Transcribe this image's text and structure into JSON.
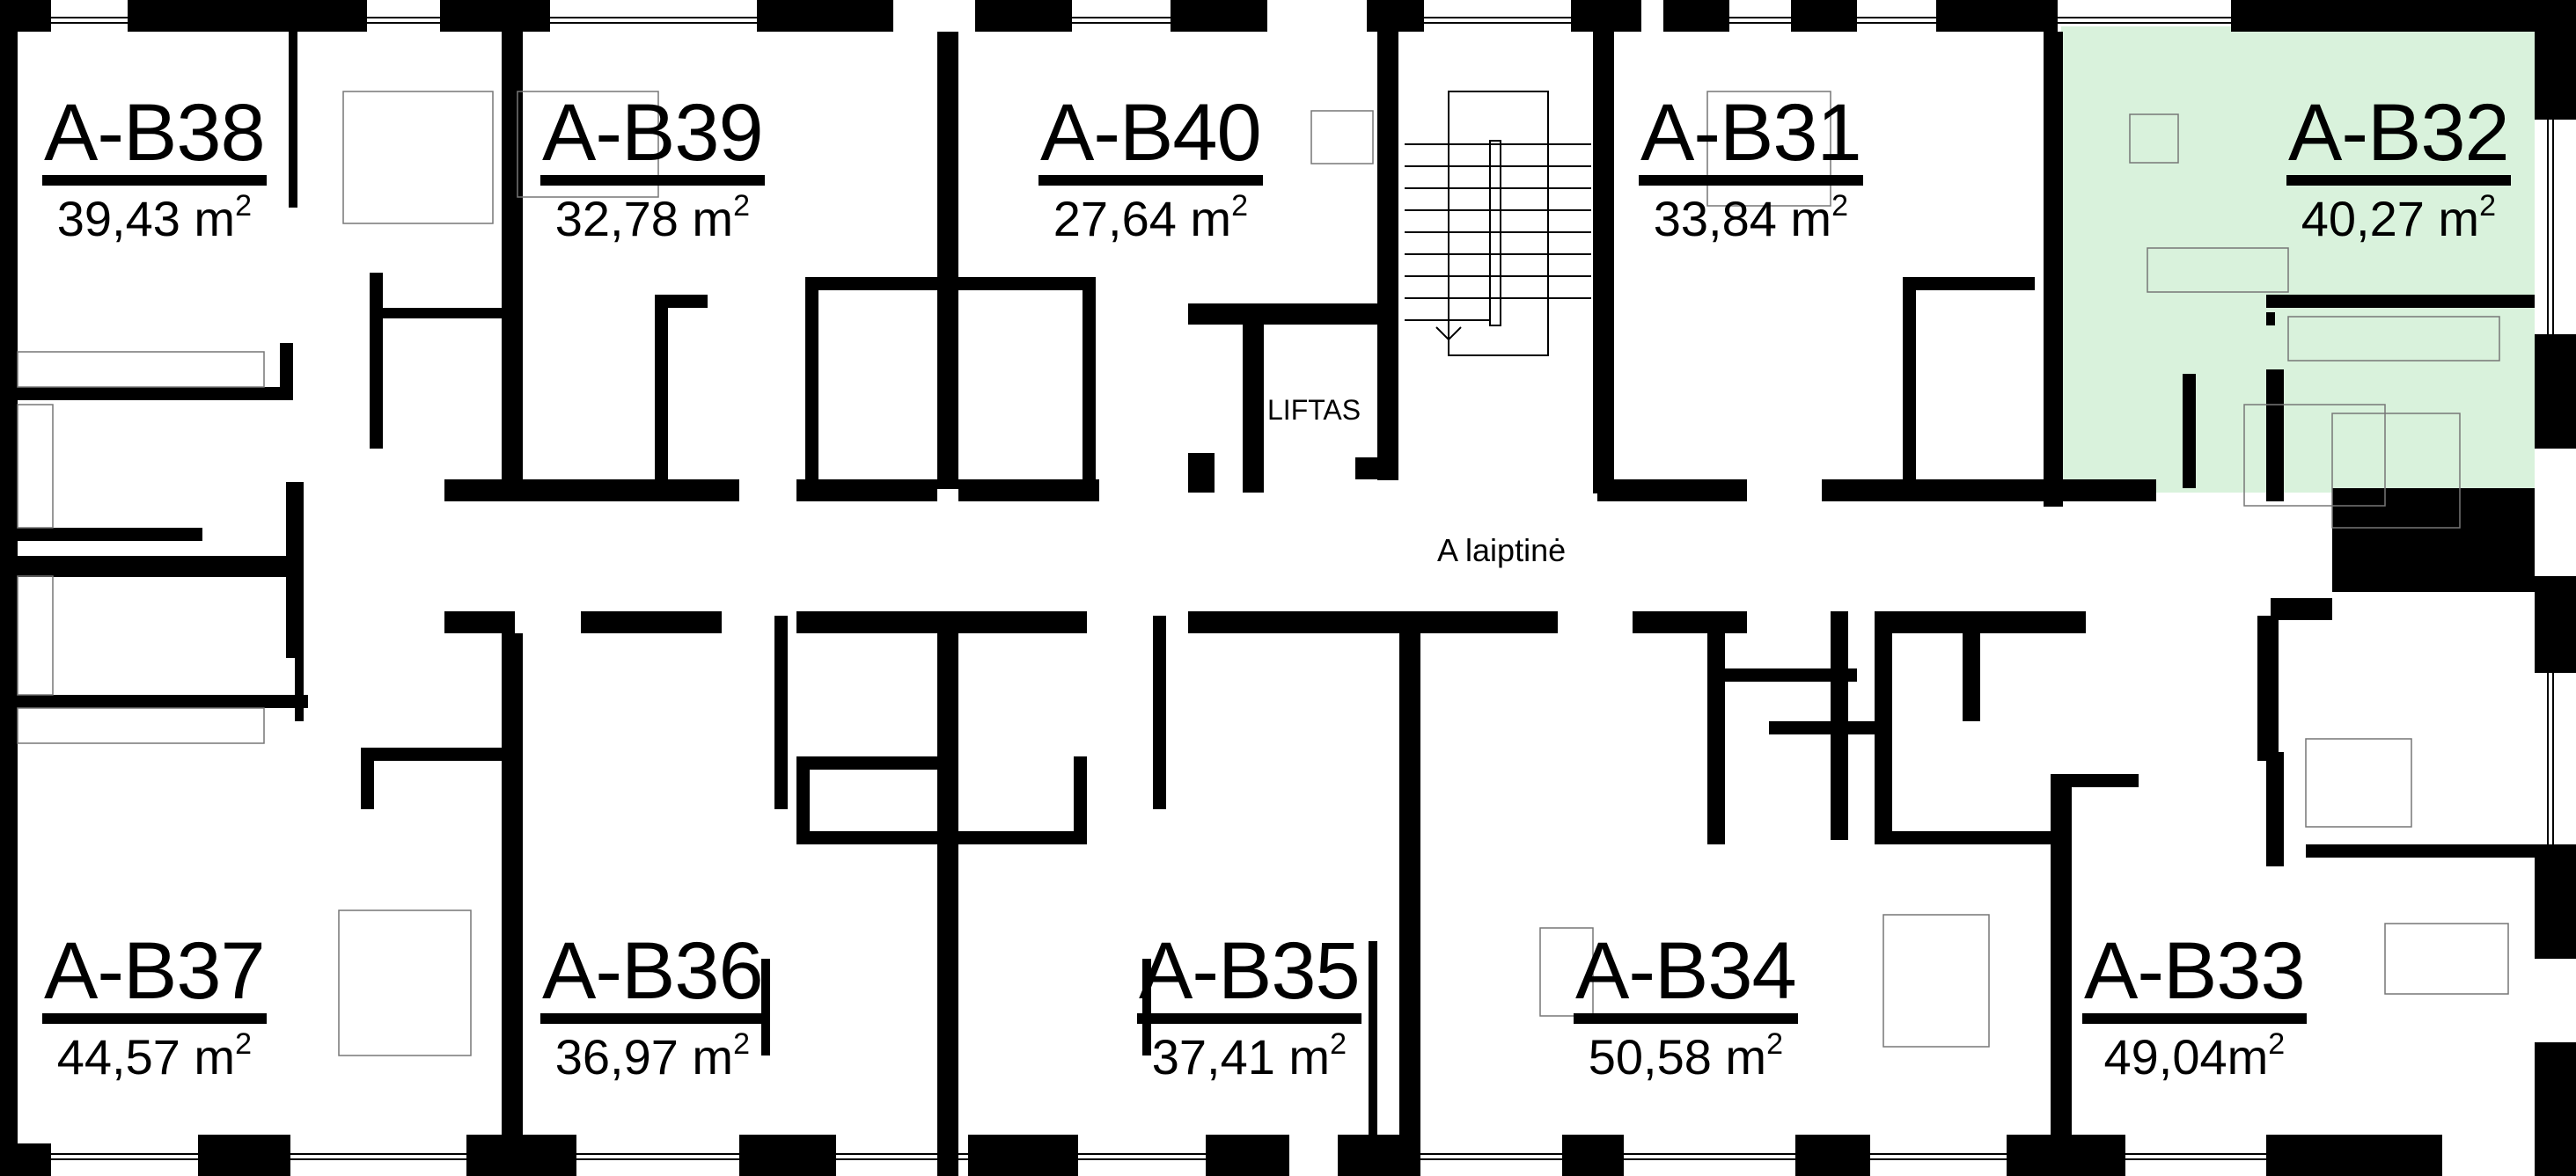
{
  "floor": {
    "stairwell_label": "A laiptinė",
    "lift_label": "LIFTAS",
    "highlight_color": "#d9f2dc",
    "wall_color": "#000000",
    "area_unit": "m",
    "area_unit_exponent": "2"
  },
  "units": [
    {
      "code": "A-B38",
      "area": "39,43 m",
      "highlighted": false
    },
    {
      "code": "A-B39",
      "area": "32,78 m",
      "highlighted": false
    },
    {
      "code": "A-B40",
      "area": "27,64 m",
      "highlighted": false
    },
    {
      "code": "A-B31",
      "area": "33,84 m",
      "highlighted": false
    },
    {
      "code": "A-B32",
      "area": "40,27 m",
      "highlighted": true
    },
    {
      "code": "A-B37",
      "area": "44,57 m",
      "highlighted": false
    },
    {
      "code": "A-B36",
      "area": "36,97 m",
      "highlighted": false
    },
    {
      "code": "A-B35",
      "area": "37,41 m",
      "highlighted": false
    },
    {
      "code": "A-B34",
      "area": "50,58 m",
      "highlighted": false
    },
    {
      "code": "A-B33",
      "area": "49,04m",
      "highlighted": false
    }
  ]
}
